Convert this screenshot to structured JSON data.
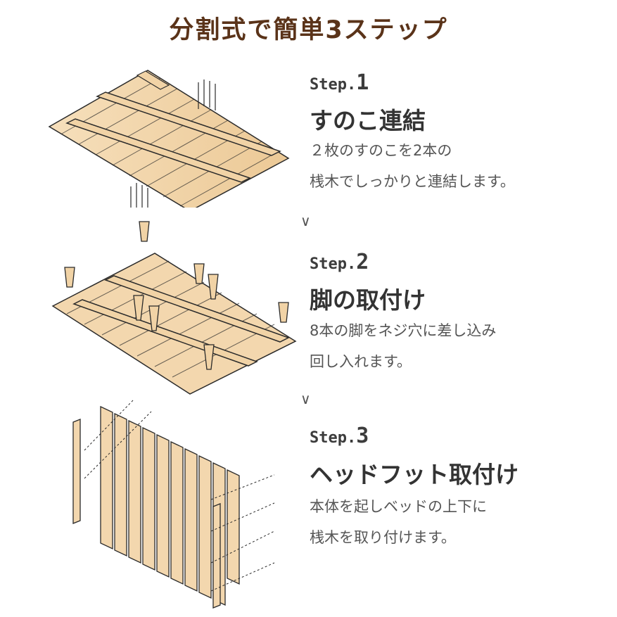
{
  "title": "分割式で簡単3ステップ",
  "steps": [
    {
      "prefix": "Step.",
      "number": "1",
      "heading": "すのこ連結",
      "desc": [
        "２枚のすのこを2本の",
        "桟木でしっかりと連結します。"
      ]
    },
    {
      "prefix": "Step.",
      "number": "2",
      "heading": "脚の取付け",
      "desc": [
        "8本の脚をネジ穴に差し込み",
        "回し入れます。"
      ]
    },
    {
      "prefix": "Step.",
      "number": "3",
      "heading": "ヘッドフット取付け",
      "desc": [
        "本体を起しベッドの上下に",
        "桟木を取り付けます。"
      ]
    }
  ],
  "arrow_glyph": "∨",
  "colors": {
    "title": "#5a3319",
    "wood": "#f3d7ae",
    "outline": "#2a2a2a"
  }
}
